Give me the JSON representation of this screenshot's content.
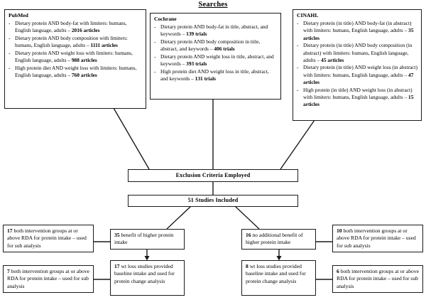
{
  "title": "Searches",
  "sources": [
    {
      "name": "PubMed",
      "items": [
        {
          "text": "Dietary protein AND body-fat with limiters: humans, English language, adults – ",
          "result": "2016 articles"
        },
        {
          "text": "Dietary protein AND body composition with limiters: humans, English language, adults – ",
          "result": "1111 articles"
        },
        {
          "text": "Dietary protein AND weight loss with limiters: humans, English language, adults – ",
          "result": "988 articles"
        },
        {
          "text": "High protein diet AND weight loss with limiters: humans, English language, adults – ",
          "result": "760 articles"
        }
      ]
    },
    {
      "name": "Cochrane",
      "items": [
        {
          "text": "Dietary protein AND body-fat in title, abstract, and keywords – ",
          "result": "139 trials"
        },
        {
          "text": "Dietary protein AND body composition in title, abstract, and keywords – ",
          "result": "406 trials"
        },
        {
          "text": "Dietary protein AND weight loss in title, abstract, and keywords – ",
          "result": "393 trials"
        },
        {
          "text": "High protein diet AND weight loss in title, abstract, and keywords – ",
          "result": "131 trials"
        }
      ]
    },
    {
      "name": "CINAHL",
      "items": [
        {
          "text": "Dietary protein (in title) AND body-fat (in abstract) with limiters: humans, English language, adults – ",
          "result": "35 articles"
        },
        {
          "text": "Dietary protein (in title) AND body composition (in abstract) with limiters: humans, English language, adults – ",
          "result": "45 articles"
        },
        {
          "text": "Dietary protein (in title) AND weight loss (in abstract) with limiters: humans, English language, adults – ",
          "result": "47 articles"
        },
        {
          "text": "High protein (in title) AND weight loss (in abstract) with limiters: humans, English language, adults – ",
          "result": "15 articles"
        }
      ]
    }
  ],
  "exclusion": "Exclusion Criteria Employed",
  "included": "51 Studies Included",
  "outcomes": {
    "benefit": {
      "num": "35",
      "text": " benefit of higher protein intake"
    },
    "no_benefit": {
      "num": "16",
      "text": " no additional benefit of higher protein intake"
    },
    "wt_loss_left": {
      "num": "17",
      "text": " wt loss studies provided baseline intake and used for protein change analysis"
    },
    "wt_loss_right": {
      "num": "8",
      "text": " wt loss studies provided baseline intake and used for protein change analysis"
    },
    "sub_top_left": {
      "num": "17",
      "text": " both intervention groups at or above RDA  for protein intake – used for sub analysis"
    },
    "sub_top_right": {
      "num": "10",
      "text": " both intervention groups at or above RDA  for protein intake – used for sub analysis"
    },
    "sub_bottom_left": {
      "num": "7",
      "text": " both intervention groups at or above RDA  for protein intake – used for sub analysis"
    },
    "sub_bottom_right": {
      "num": "6",
      "text": " both intervention groups at or above RDA  for protein intake – used for sub analysis"
    }
  },
  "colors": {
    "stroke": "#1a1a1a",
    "background": "#ffffff",
    "text": "#000000"
  }
}
